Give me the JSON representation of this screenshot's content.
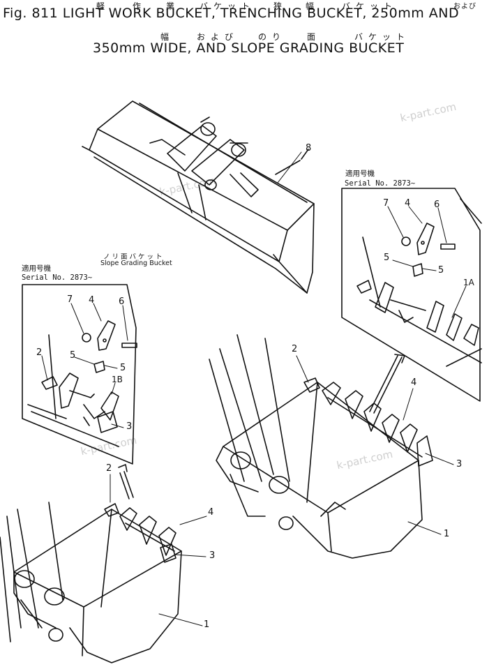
{
  "title": {
    "line1": "Fig. 811  LIGHT WORK BUCKET, TRENCHING BUCKET, 250mm AND",
    "line2": "350mm WIDE, AND SLOPE GRADING BUCKET",
    "ruby_line1": [
      "軽",
      "作",
      "業",
      "バケット",
      "狭",
      "幅",
      "バケット",
      "および"
    ],
    "ruby_line2": [
      "幅",
      "および",
      "のり",
      "面",
      "バケット"
    ]
  },
  "slope_caption": {
    "jp": "ノリ面バケット",
    "en": "Slope Grading Bucket"
  },
  "inset_left": {
    "serial_jp": "適用号機",
    "serial": "Serial No. 2873~",
    "callouts": [
      "7",
      "4",
      "6",
      "5",
      "5",
      "2",
      "1B",
      "3"
    ]
  },
  "inset_right": {
    "serial_jp": "適用号機",
    "serial": "Serial No. 2873~",
    "callouts": [
      "7",
      "4",
      "6",
      "5",
      "5",
      "1A"
    ]
  },
  "callouts_main": [
    "8",
    "2",
    "4",
    "3",
    "1",
    "2",
    "4",
    "3",
    "1"
  ],
  "watermark": "k-part.com"
}
